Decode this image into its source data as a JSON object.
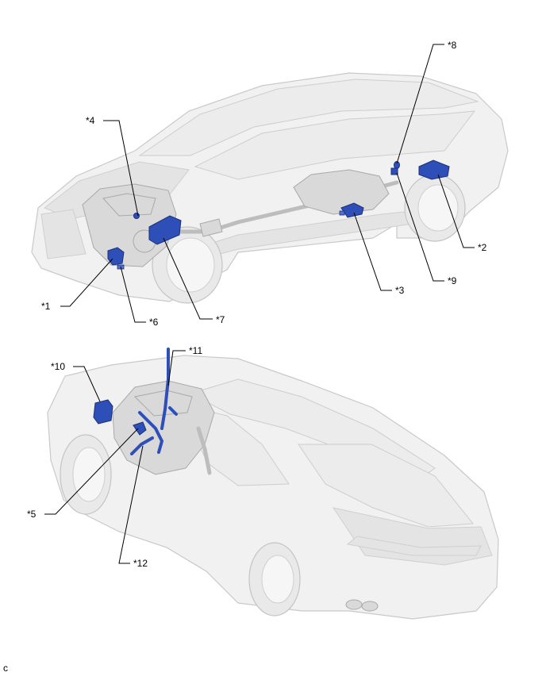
{
  "callouts": {
    "c1": "*1",
    "c2": "*2",
    "c3": "*3",
    "c4": "*4",
    "c5": "*5",
    "c6": "*6",
    "c7": "*7",
    "c8": "*8",
    "c9": "*9",
    "c10": "*10",
    "c11": "*11",
    "c12": "*12"
  },
  "corner_code": "c",
  "colors": {
    "component_highlight": "#2f4fb8",
    "vehicle_body": "#f1f1f1",
    "leader_line": "#000000"
  }
}
